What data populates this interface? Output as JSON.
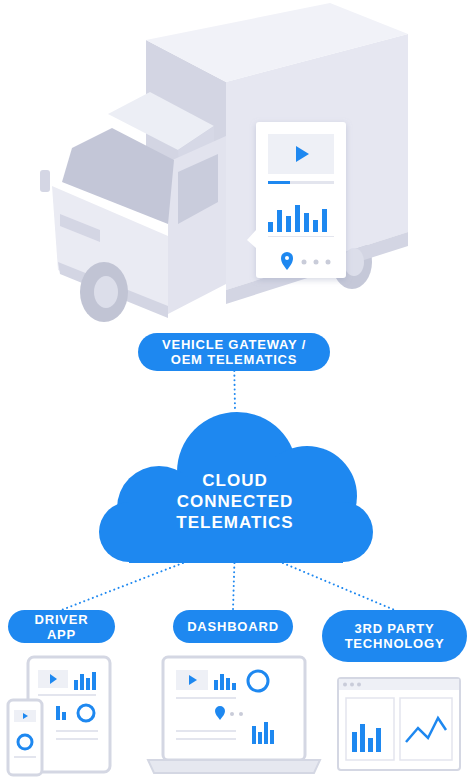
{
  "diagram": {
    "nodes": [
      {
        "text": [
          "VEHICLE GATEWAY / OEM TELEMATICS"
        ]
      },
      {
        "text": [
          "CLOUD CONNECTED TELEMATICS"
        ]
      },
      {
        "text": [
          "DRIVER APP"
        ]
      },
      {
        "text": [
          "DASHBOARD"
        ]
      },
      {
        "text": [
          "3RD PARTY TECHNOLOGY"
        ]
      }
    ],
    "edges": [
      {
        "from": 0,
        "to": 1,
        "arrow": "none"
      },
      {
        "from": 1,
        "to": 2,
        "arrow": "none"
      },
      {
        "from": 1,
        "to": 3,
        "arrow": "none"
      },
      {
        "from": 1,
        "to": 4,
        "arrow": "none"
      }
    ]
  }
}
